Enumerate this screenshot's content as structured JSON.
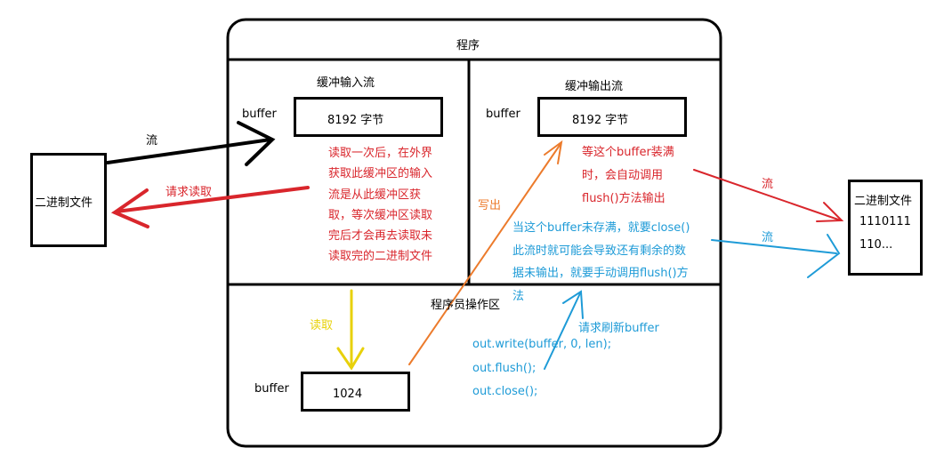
{
  "program": {
    "title": "程序"
  },
  "buffered_input": {
    "title": "缓冲输入流",
    "buffer_label": "buffer",
    "buffer_size": "8192 字节",
    "note_lines": [
      "读取一次后，在外界",
      "获取此缓冲区的输入",
      "流是从此缓冲区获",
      "取，等次缓冲区读取",
      "完后才会再去读取未",
      "读取完的二进制文件"
    ]
  },
  "buffered_output": {
    "title": "缓冲输出流",
    "buffer_label": "buffer",
    "buffer_size": "8192 字节",
    "note_lines": [
      "等这个buffer装满",
      "时，会自动调用",
      "flush()方法输出"
    ],
    "warning_lines": [
      "当这个buffer未存满，就要close()",
      "此流时就可能会导致还有剩余的数",
      "据未输出，就要手动调用flush()方",
      "法"
    ]
  },
  "operator_area": {
    "title": "程序员操作区",
    "buffer_label": "buffer",
    "buffer_size": "1024",
    "code_lines": [
      "out.write(buffer, 0, len);",
      "out.flush();",
      "out.close();"
    ]
  },
  "left_file": {
    "label": "二进制文件"
  },
  "right_file": {
    "label": "二进制文件",
    "content_lines": [
      "1110111",
      "110..."
    ]
  },
  "arrows": {
    "stream_in": "流",
    "request_read": "请求读取",
    "write_out": "写出",
    "read": "读取",
    "stream_out_red": "流",
    "stream_out_blue": "流",
    "request_flush": "请求刷新buffer"
  },
  "colors": {
    "black": "#000000",
    "red": "#d9262c",
    "blue": "#1e9bd7",
    "orange": "#ec7b2c",
    "yellow": "#e8d10a"
  }
}
